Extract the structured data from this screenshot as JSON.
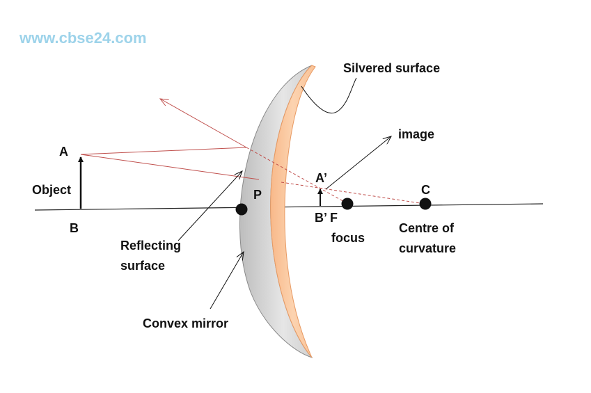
{
  "watermark": "www.cbse24.com",
  "labels": {
    "silvered_surface": "Silvered surface",
    "image": "image",
    "point_a": "A",
    "object": "Object",
    "point_b": "B",
    "point_a_prime": "A’",
    "point_p": "P",
    "point_c": "C",
    "point_b_prime_f": "B’ F",
    "focus": "focus",
    "centre_of": "Centre of",
    "curvature": "curvature",
    "reflecting": "Reflecting",
    "surface": "surface",
    "convex_mirror": "Convex mirror"
  },
  "colors": {
    "mirror_gray": "#d7d7d7",
    "mirror_orange": "#fbc9a0",
    "ray": "#c0504d",
    "axis": "#222222",
    "watermark": "#9dd3ea"
  }
}
